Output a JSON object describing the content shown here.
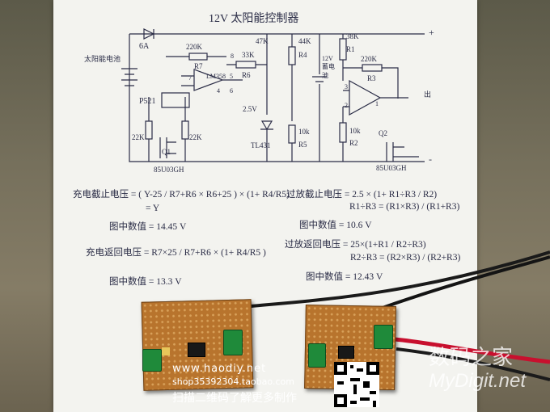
{
  "title": "12V 太阳能控制器",
  "schematic_labels": {
    "solar": "太阳能电池",
    "fuse": "6A",
    "led": "P521",
    "battery": "12V 蓄电池",
    "out_plus": "+",
    "out_minus": "-",
    "r7": "220K",
    "r7n": "R7",
    "r6": "33K",
    "r6n": "R6",
    "lm": "LM358",
    "r_47k": "47K",
    "r4": "44K",
    "r4n": "R4",
    "r1": "38K",
    "r1n": "R1",
    "r3": "220K",
    "r3n": "R3",
    "tl": "TL431",
    "v25": "2.5V",
    "r5": "10k",
    "r5n": "R5",
    "r2": "10k",
    "r2n": "R2",
    "r22a": "22K",
    "r22b": "22K",
    "q1": "Q1",
    "q2": "Q2",
    "mos1": "85U03GH",
    "mos2": "85U03GH",
    "pin7": "7",
    "pin8": "8",
    "pin4": "4",
    "pin6": "6",
    "pin5": "5",
    "pin3": "3",
    "pin2": "2",
    "pin1": "1",
    "outlab": "出"
  },
  "formulas": {
    "f1": "充电截止电压 = ( Y-25 / R7+R6 × R6+25 ) × (1+ R4/R5)",
    "f1b": "= Y",
    "f2": "图中数值 = 14.45 V",
    "f3": "充电返回电压 = R7×25 / R7+R6 × (1+ R4/R5 )",
    "f4": "图中数值 = 13.3 V",
    "f5": "过放截止电压 = 2.5 × (1+ R1÷R3 / R2)",
    "f5b": "R1÷R3 = (R1×R3) / (R1+R3)",
    "f6": "图中数值 = 10.6 V",
    "f7": "过放返回电压 = 25×(1+R1 / R2÷R3)",
    "f7b": "R2÷R3 = (R2×R3) / (R2+R3)",
    "f8": "图中数值 = 12.43 V"
  },
  "watermark": {
    "site_cn": "数码之家",
    "site_en": "MyDigit.net"
  },
  "footer": {
    "url": "www.haodiy.net",
    "shop": "shop35392304.taobao.com",
    "slogan": "扫描二维码了解更多制作"
  },
  "colors": {
    "ink": "#2a2c46",
    "pcb": "#b8742d",
    "terminal": "#1f8a3a",
    "wire_red": "#c8102e"
  }
}
